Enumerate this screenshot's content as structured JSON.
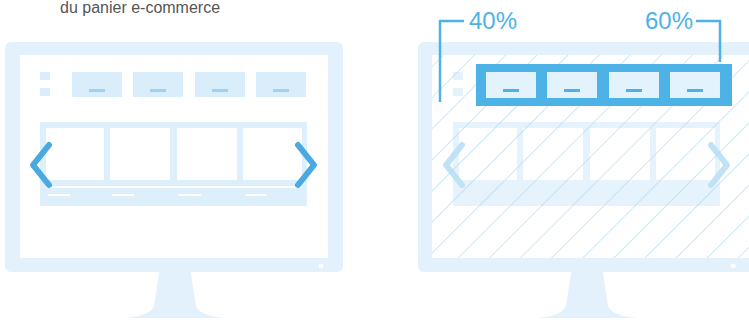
{
  "diagram": {
    "labels": [
      "du panier e-commerce",
      "40%",
      "60%"
    ]
  }
}
